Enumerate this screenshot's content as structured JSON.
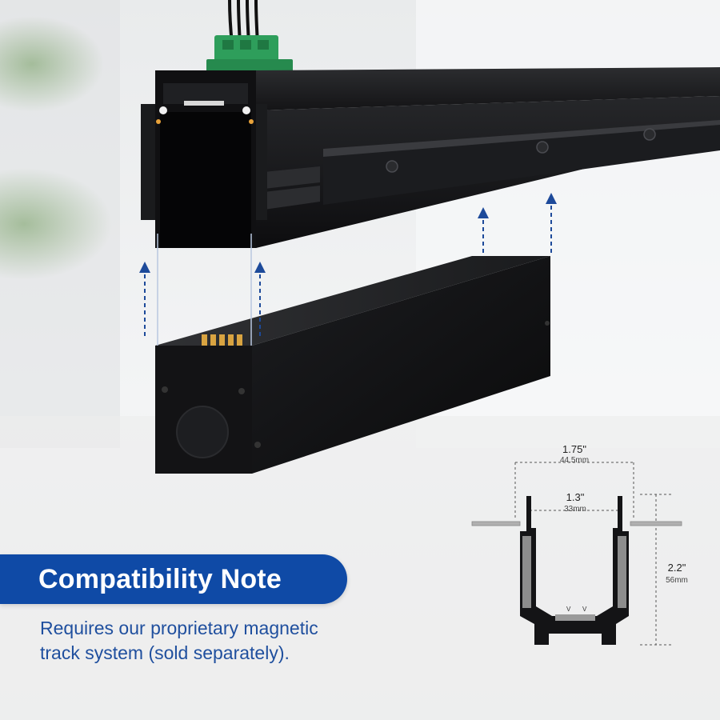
{
  "compatibility": {
    "heading": "Compatibility Note",
    "line1": "Requires our proprietary magnetic",
    "line2": "track system (sold separately)."
  },
  "dimensions": {
    "outer_width_in": "1.75\"",
    "outer_width_mm": "44.5mm",
    "inner_width_in": "1.3\"",
    "inner_width_mm": "33mm",
    "depth_in": "2.2\"",
    "depth_mm": "56mm"
  },
  "colors": {
    "accent": "#0f4aa6",
    "note_text": "#1f4f9e",
    "arrow": "#1d4a9a",
    "connector": "#2e9e5b"
  }
}
